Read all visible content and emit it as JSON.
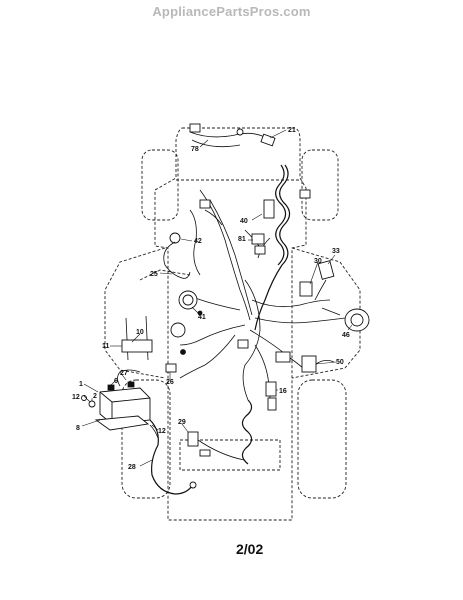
{
  "watermark": "AppliancePartsPros.com",
  "page_number": "2/02",
  "callouts": [
    {
      "id": "c21",
      "text": "21"
    },
    {
      "id": "c78",
      "text": "78"
    },
    {
      "id": "c40",
      "text": "40"
    },
    {
      "id": "c81",
      "text": "81"
    },
    {
      "id": "c42",
      "text": "42"
    },
    {
      "id": "c33",
      "text": "33"
    },
    {
      "id": "c30",
      "text": "30"
    },
    {
      "id": "c25",
      "text": "25"
    },
    {
      "id": "c41",
      "text": "41"
    },
    {
      "id": "c46",
      "text": "46"
    },
    {
      "id": "c10",
      "text": "10"
    },
    {
      "id": "c11",
      "text": "11"
    },
    {
      "id": "c50",
      "text": "50"
    },
    {
      "id": "c27",
      "text": "27"
    },
    {
      "id": "c26",
      "text": "26"
    },
    {
      "id": "c6",
      "text": "6"
    },
    {
      "id": "c16",
      "text": "16"
    },
    {
      "id": "c1",
      "text": "1"
    },
    {
      "id": "c2",
      "text": "2"
    },
    {
      "id": "c12a",
      "text": "12"
    },
    {
      "id": "c8",
      "text": "8"
    },
    {
      "id": "c12b",
      "text": "12"
    },
    {
      "id": "c29",
      "text": "29"
    },
    {
      "id": "c28",
      "text": "28"
    }
  ]
}
